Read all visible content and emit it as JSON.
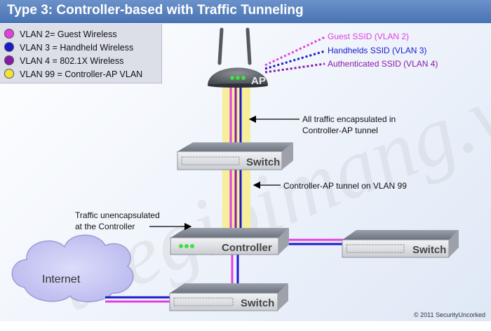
{
  "title": "Type 3: Controller-based with Traffic Tunneling",
  "legend": [
    {
      "label": "VLAN 2= Guest Wireless",
      "color": "#e040e0"
    },
    {
      "label": "VLAN 3 = Handheld Wireless",
      "color": "#1a1acc"
    },
    {
      "label": "VLAN 4 = 802.1X Wireless",
      "color": "#8a1aa8"
    },
    {
      "label": "VLAN 99 = Controller-AP VLAN",
      "color": "#f3e23a"
    }
  ],
  "ssids": [
    {
      "label": "Guest SSID (VLAN 2)",
      "color": "#e040e0"
    },
    {
      "label": "Handhelds SSID (VLAN 3)",
      "color": "#1a1acc"
    },
    {
      "label": "Authenticated SSID (VLAN 4)",
      "color": "#8a1aa8"
    }
  ],
  "devices": {
    "ap": "AP",
    "switch_top": "Switch",
    "controller": "Controller",
    "switch_right": "Switch",
    "switch_bottom": "Switch",
    "internet": "Internet"
  },
  "annotations": {
    "encapsulated_line1": "All traffic encapsulated in",
    "encapsulated_line2": "Controller-AP tunnel",
    "tunnel_vlan": "Controller-AP tunnel on VLAN 99",
    "unencapsulated_line1": "Traffic unencapsulated",
    "unencapsulated_line2": "at the Controller"
  },
  "watermark": "thegioimang.vn",
  "copyright": "© 2011 SecurityUncorked"
}
